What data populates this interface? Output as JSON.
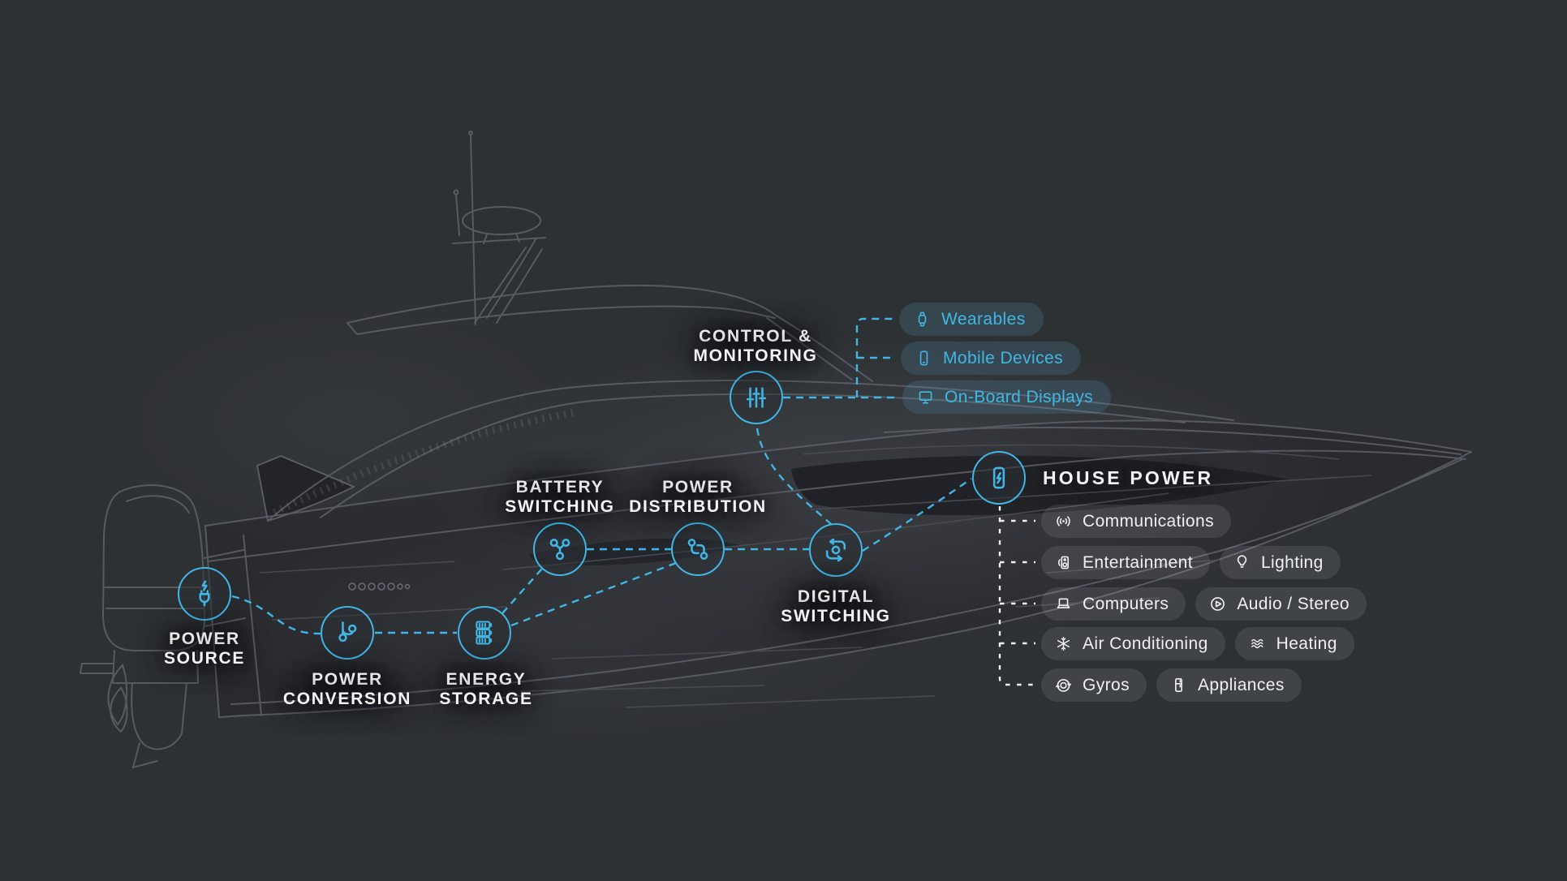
{
  "diagram": {
    "nodes": [
      {
        "id": "power-source",
        "label": [
          "POWER",
          "SOURCE"
        ],
        "icon": "plug-bolt-icon"
      },
      {
        "id": "power-conversion",
        "label": [
          "POWER",
          "CONVERSION"
        ],
        "icon": "converter-cable-icon"
      },
      {
        "id": "energy-storage",
        "label": [
          "ENERGY",
          "STORAGE"
        ],
        "icon": "battery-stack-icon"
      },
      {
        "id": "battery-switching",
        "label": [
          "BATTERY",
          "SWITCHING"
        ],
        "icon": "branch-nodes-icon"
      },
      {
        "id": "power-distribution",
        "label": [
          "POWER",
          "DISTRIBUTION"
        ],
        "icon": "circuit-branch-icon"
      },
      {
        "id": "digital-switching",
        "label": [
          "DIGITAL",
          "SWITCHING"
        ],
        "icon": "sync-arrows-icon"
      },
      {
        "id": "control-monitoring",
        "label": [
          "CONTROL &",
          "MONITORING"
        ],
        "icon": "sliders-icon"
      },
      {
        "id": "house-power",
        "label": [
          "HOUSE POWER"
        ],
        "icon": "battery-bolt-icon"
      }
    ],
    "device_pills": [
      {
        "label": "Wearables",
        "icon": "smartwatch-icon"
      },
      {
        "label": "Mobile Devices",
        "icon": "smartphone-icon"
      },
      {
        "label": "On-Board Displays",
        "icon": "monitor-icon"
      }
    ],
    "house_pills": [
      [
        {
          "label": "Communications",
          "icon": "broadcast-icon"
        }
      ],
      [
        {
          "label": "Entertainment",
          "icon": "speaker-icon"
        },
        {
          "label": "Lighting",
          "icon": "lightbulb-icon"
        }
      ],
      [
        {
          "label": "Computers",
          "icon": "laptop-icon"
        },
        {
          "label": "Audio / Stereo",
          "icon": "play-circle-icon"
        }
      ],
      [
        {
          "label": "Air Conditioning",
          "icon": "snowflake-icon"
        },
        {
          "label": "Heating",
          "icon": "heat-waves-icon"
        }
      ],
      [
        {
          "label": "Gyros",
          "icon": "gyro-icon"
        },
        {
          "label": "Appliances",
          "icon": "refrigerator-icon"
        }
      ]
    ],
    "colors": {
      "accent_blue": "#41b6e6",
      "background": "#2e3134",
      "label_text": "#f3f4f6",
      "boat_line": "#5b5f66",
      "white_dash": "#eef1f3"
    }
  }
}
